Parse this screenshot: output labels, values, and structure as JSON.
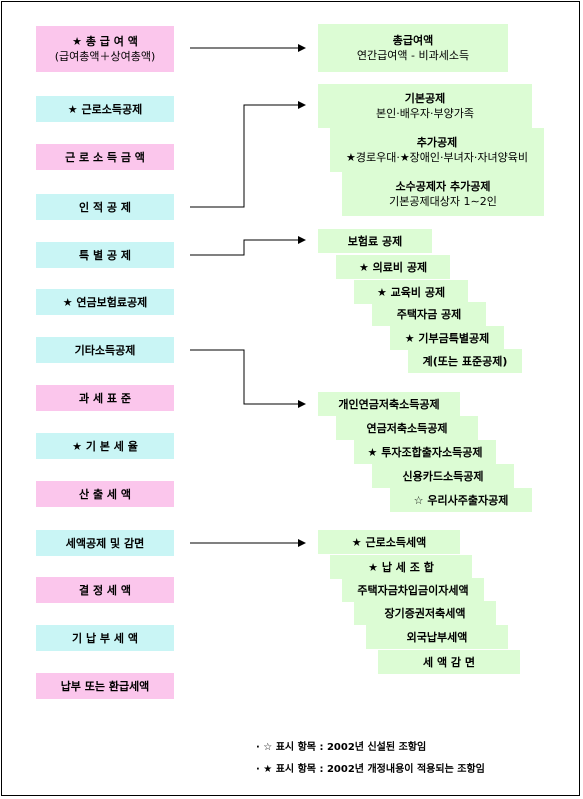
{
  "left_items": [
    {
      "line1": "★ 총 급 여 액",
      "line2": "(급여총액＋상여총액)",
      "color": "pink"
    },
    {
      "line1": "★ 근로소득공제",
      "color": "cyan"
    },
    {
      "line1": "근 로 소 득 금 액",
      "color": "pink"
    },
    {
      "line1": "인 적 공 제",
      "color": "cyan"
    },
    {
      "line1": "특 별 공 제",
      "color": "cyan"
    },
    {
      "line1": "★ 연금보험료공제",
      "color": "cyan"
    },
    {
      "line1": "기타소득공제",
      "color": "cyan"
    },
    {
      "line1": "과 세 표 준",
      "color": "pink"
    },
    {
      "line1": "★ 기 본 세 율",
      "color": "cyan"
    },
    {
      "line1": "산 출 세 액",
      "color": "pink"
    },
    {
      "line1": "세액공제 및 감면",
      "color": "cyan"
    },
    {
      "line1": "결 정 세 액",
      "color": "pink"
    },
    {
      "line1": "기 납 부 세 액",
      "color": "cyan"
    },
    {
      "line1": "납부 또는 환급세액",
      "color": "pink"
    }
  ],
  "total_income": {
    "title": "총급여액",
    "detail": "연간급여액 - 비과세소득"
  },
  "personal_deductions": [
    {
      "title": "기본공제",
      "detail": "본인·배우자·부양가족"
    },
    {
      "title": "추가공제",
      "detail": "★경로우대·★장애인·부녀자·자녀양육비"
    },
    {
      "title": "소수공제자 추가공제",
      "detail": "기본공제대상자 1∼2인"
    }
  ],
  "special_deductions": [
    "보험료 공제",
    "★ 의료비 공제",
    "★ 교육비 공제",
    "주택자금 공제",
    "★ 기부금특별공제",
    "계(또는 표준공제)"
  ],
  "other_deductions": [
    "개인연금저축소득공제",
    "연금저축소득공제",
    "★ 투자조합출자소득공제",
    "신용카드소득공제",
    "☆ 우리사주출자공제"
  ],
  "tax_credits": [
    "★ 근로소득세액",
    "★ 납 세 조 합",
    "주택자금차입금이자세액",
    "장기증권저축세액",
    "외국납부세액",
    "세 액 감 면"
  ],
  "notes": [
    "· ☆ 표시 항목 : 2002년 신설된 조항임",
    "· ★ 표시 항목 : 2002년 개정내용이 적용되는 조항임"
  ]
}
